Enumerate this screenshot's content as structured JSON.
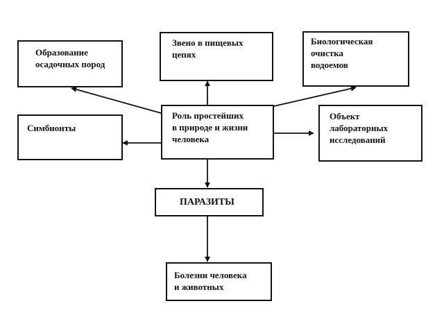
{
  "diagram": {
    "center": "Роль простейших\nв природе и жизни\nчеловека",
    "nodes": {
      "sedimentary_rocks": "Образование\nосадочных пород",
      "food_chains": "Звено в пищевых\nцепях",
      "bio_purification": "Биологическая\nочистка\nводоемов",
      "symbionts": "Симбионты",
      "lab_research": "Объект\nлабораторных\nисследований",
      "parasites": "ПАРАЗИТЫ",
      "diseases": "Болезни человека\nи животных"
    },
    "line_color": "#111111"
  }
}
